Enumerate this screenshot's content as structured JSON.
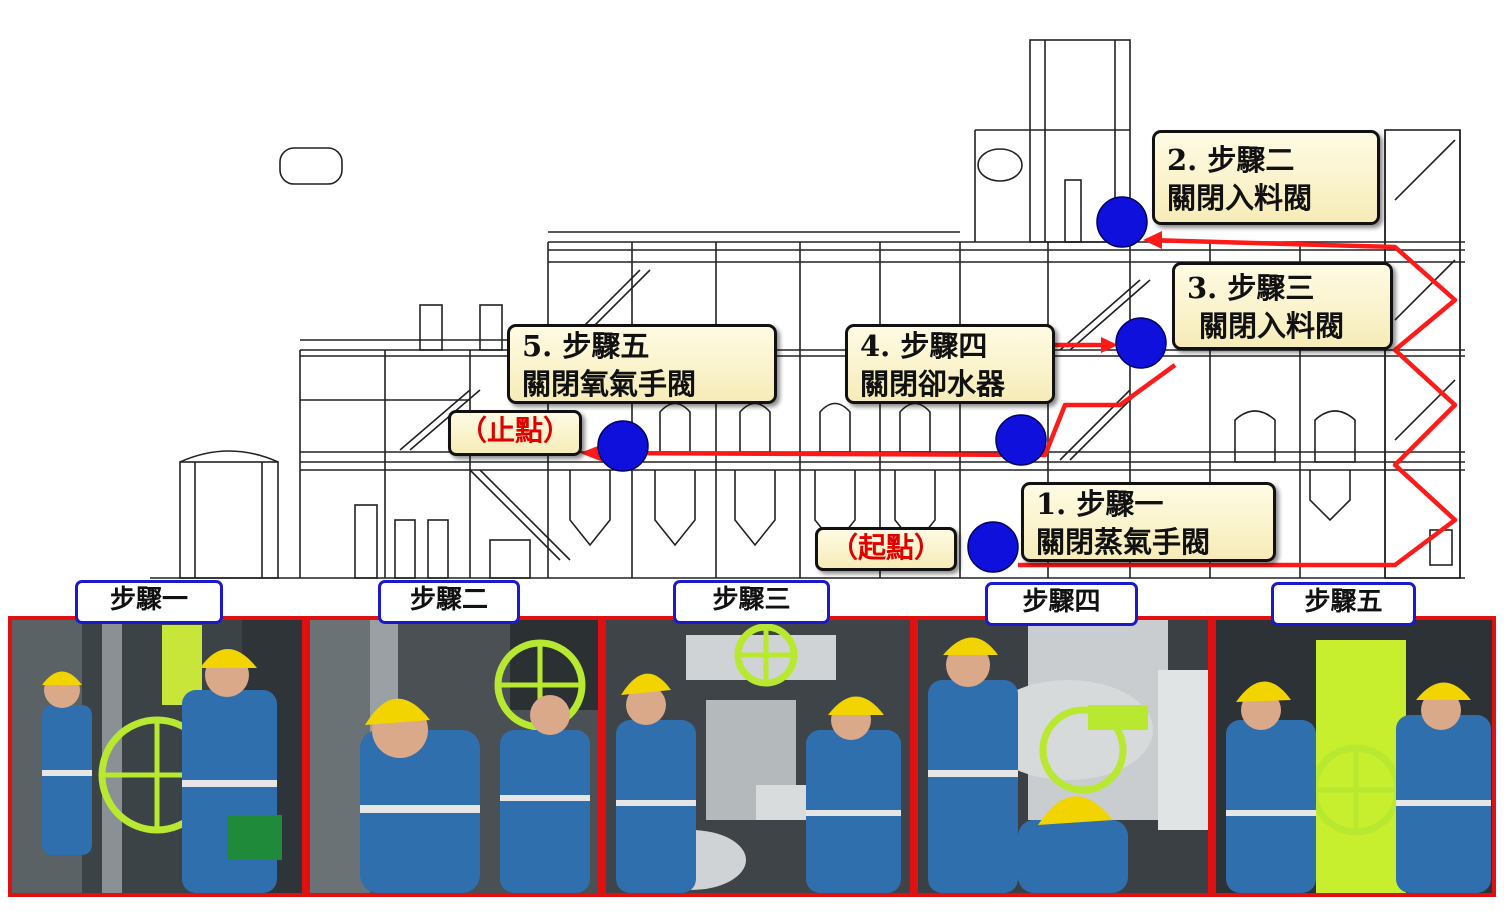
{
  "steps": [
    {
      "number_label": "1. 步驟一",
      "action": "關閉蒸氣手閥"
    },
    {
      "number_label": "2. 步驟二",
      "action": "關閉入料閥"
    },
    {
      "number_label": "3. 步驟三",
      "action": "關閉入料閥"
    },
    {
      "number_label": "4. 步驟四",
      "action": "關閉卻水器"
    },
    {
      "number_label": "5. 步驟五",
      "action": "關閉氧氣手閥"
    }
  ],
  "start_point": "（起點）",
  "end_point": "（止點）",
  "photo_labels": [
    "步驟一",
    "步驟二",
    "步驟三",
    "步驟四",
    "步驟五"
  ],
  "colors": {
    "route": "#ff1a1a",
    "marker": "#1010dd",
    "photo_border": "#e01010",
    "label_border": "#1a1acc",
    "callout_fill": "#fdf5cc"
  }
}
